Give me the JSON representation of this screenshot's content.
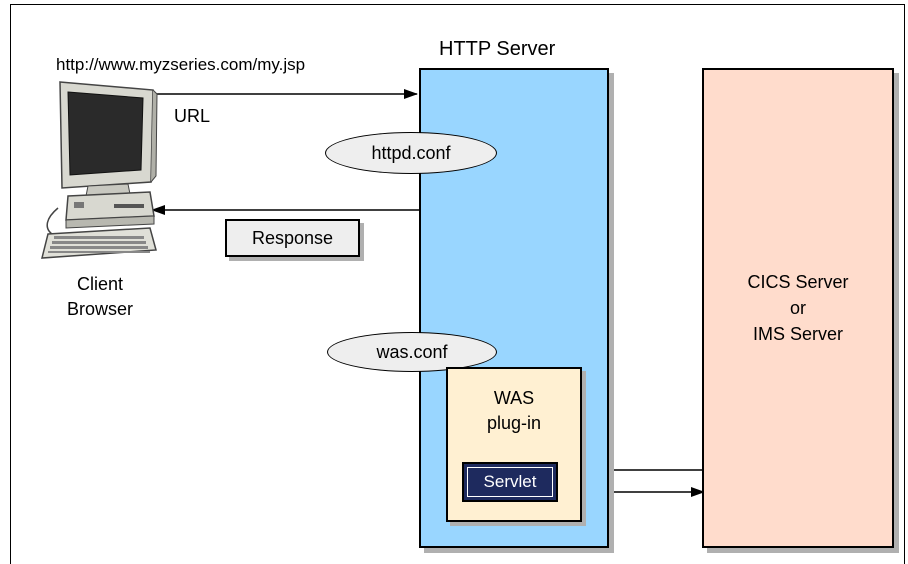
{
  "http_server": {
    "title": "HTTP Server"
  },
  "client": {
    "url_text": "http://www.myzseries.com/my.jsp",
    "url_label": "URL",
    "label_line1": "Client",
    "label_line2": "Browser"
  },
  "response": {
    "label": "Response"
  },
  "configs": {
    "httpd": "httpd.conf",
    "was": "was.conf"
  },
  "was_plugin": {
    "line1": "WAS",
    "line2": "plug-in",
    "servlet": "Servlet"
  },
  "backend": {
    "line1": "CICS Server",
    "line2": "or",
    "line3": "IMS Server"
  },
  "colors": {
    "http_server_fill": "#99d6ff",
    "backend_fill": "#ffdccc",
    "was_plugin_fill": "#fff0d2",
    "servlet_fill": "#1e2a5e",
    "label_fill": "#eeeeee"
  }
}
